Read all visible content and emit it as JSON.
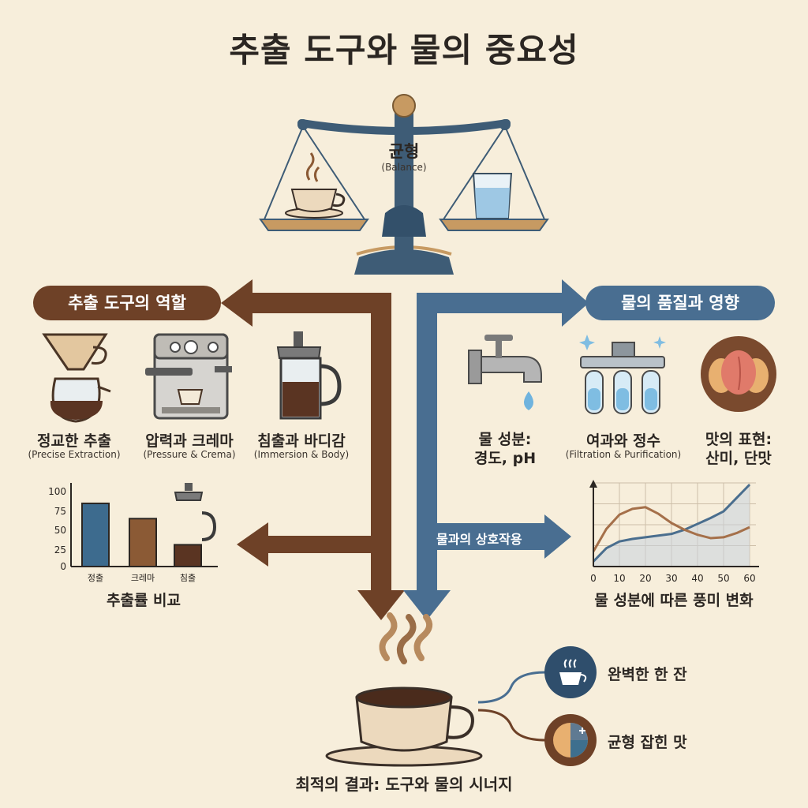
{
  "title": "추출 도구와 물의 중요성",
  "balance": {
    "label": "균형",
    "sub": "(Balance)"
  },
  "left_header": "추출 도구의 역할",
  "right_header": "물의 품질과 영향",
  "tools": [
    {
      "label": "정교한 추출",
      "sub": "(Precise Extraction)"
    },
    {
      "label": "압력과 크레마",
      "sub": "(Pressure & Crema)"
    },
    {
      "label": "침출과 바디감",
      "sub": "(Immersion & Body)"
    }
  ],
  "water_items": [
    {
      "label_line1": "물 성분:",
      "label_line2": "경도, pH"
    },
    {
      "label": "여과와 정수",
      "sub": "(Filtration & Purification)"
    },
    {
      "label_line1": "맛의 표현:",
      "label_line2": "산미, 단맛"
    }
  ],
  "interaction_label": "물과의 상호작용",
  "extraction_chart": {
    "title": "추출률 비교",
    "y_ticks": [
      "100",
      "75",
      "50",
      "25",
      "0"
    ]
  },
  "flavor_chart": {
    "title": "물 성분에 따른 풍미 변화",
    "x_ticks": [
      "0",
      "10",
      "20",
      "30",
      "40",
      "50",
      "60"
    ]
  },
  "chart_data": [
    {
      "type": "bar",
      "title": "추출률 비교",
      "categories": [
        "정출",
        "크레마",
        "침출"
      ],
      "values": [
        87,
        66,
        30
      ],
      "ylim": [
        0,
        100
      ],
      "y_ticks": [
        0,
        25,
        50,
        75,
        100
      ],
      "colors": [
        "#3d6b8e",
        "#8b5a35",
        "#5a3422"
      ]
    },
    {
      "type": "line",
      "title": "물 성분에 따른 풍미 변화",
      "x": [
        0,
        5,
        10,
        15,
        20,
        25,
        30,
        35,
        40,
        45,
        50,
        55,
        60
      ],
      "xlim": [
        0,
        60
      ],
      "ylim": [
        0,
        1
      ],
      "series": [
        {
          "values": [
            0.06,
            0.22,
            0.3,
            0.33,
            0.35,
            0.37,
            0.39,
            0.44,
            0.51,
            0.58,
            0.66,
            0.82,
            0.98
          ],
          "color": "#4a6e8e"
        },
        {
          "values": [
            0.18,
            0.45,
            0.62,
            0.69,
            0.71,
            0.63,
            0.52,
            0.44,
            0.38,
            0.34,
            0.35,
            0.4,
            0.47
          ],
          "color": "#a5704a"
        }
      ]
    }
  ],
  "result_title": "최적의 결과: 도구와 물의 시너지",
  "outcomes": [
    "완벽한 한 잔",
    "균형 잡힌 맛"
  ],
  "colors": {
    "brown": "#6e4127",
    "blue": "#496e91",
    "background": "#f7eedb",
    "cream": "#ecd9bd"
  }
}
